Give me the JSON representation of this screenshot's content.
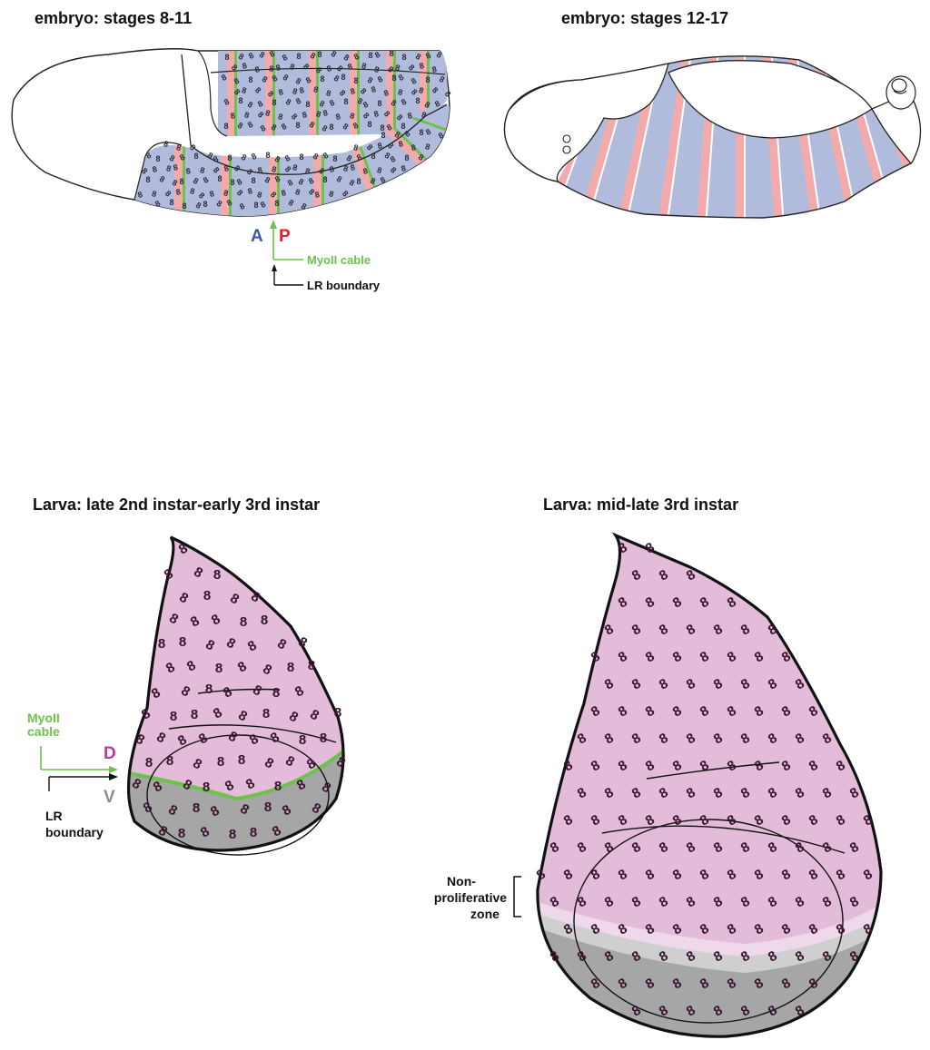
{
  "panels": {
    "embryo_early": {
      "title": "embryo: stages 8-11",
      "label_a": "A",
      "label_p": "P",
      "myoii_label": "MyoII cable",
      "lr_label": "LR boundary"
    },
    "embryo_late": {
      "title": "embryo: stages 12-17"
    },
    "larva_early": {
      "title": "Larva: late 2nd instar-early 3rd instar",
      "myoii_label_line1": "MyoII",
      "myoii_label_line2": "cable",
      "label_d": "D",
      "label_v": "V",
      "lr_label_line1": "LR",
      "lr_label_line2": "boundary"
    },
    "larva_late": {
      "title": "Larva: mid-late 3rd instar",
      "npz_line1": "Non-",
      "npz_line2": "proliferative",
      "npz_line3": "zone"
    }
  },
  "colors": {
    "anterior_blue": "#b1bcdc",
    "posterior_pink": "#f2aaaa",
    "myoii_green": "#6cc24a",
    "dorsal_pink": "#e2bcd8",
    "ventral_gray": "#a6a6a6",
    "npz_light_pink": "#efd8ea",
    "npz_light_gray": "#cfcfcf",
    "label_a_blue": "#3b57a6",
    "label_p_red": "#e0202a",
    "label_d_magenta": "#c2369b",
    "label_v_gray": "#8c8c8c"
  },
  "cell_glyph": "8"
}
